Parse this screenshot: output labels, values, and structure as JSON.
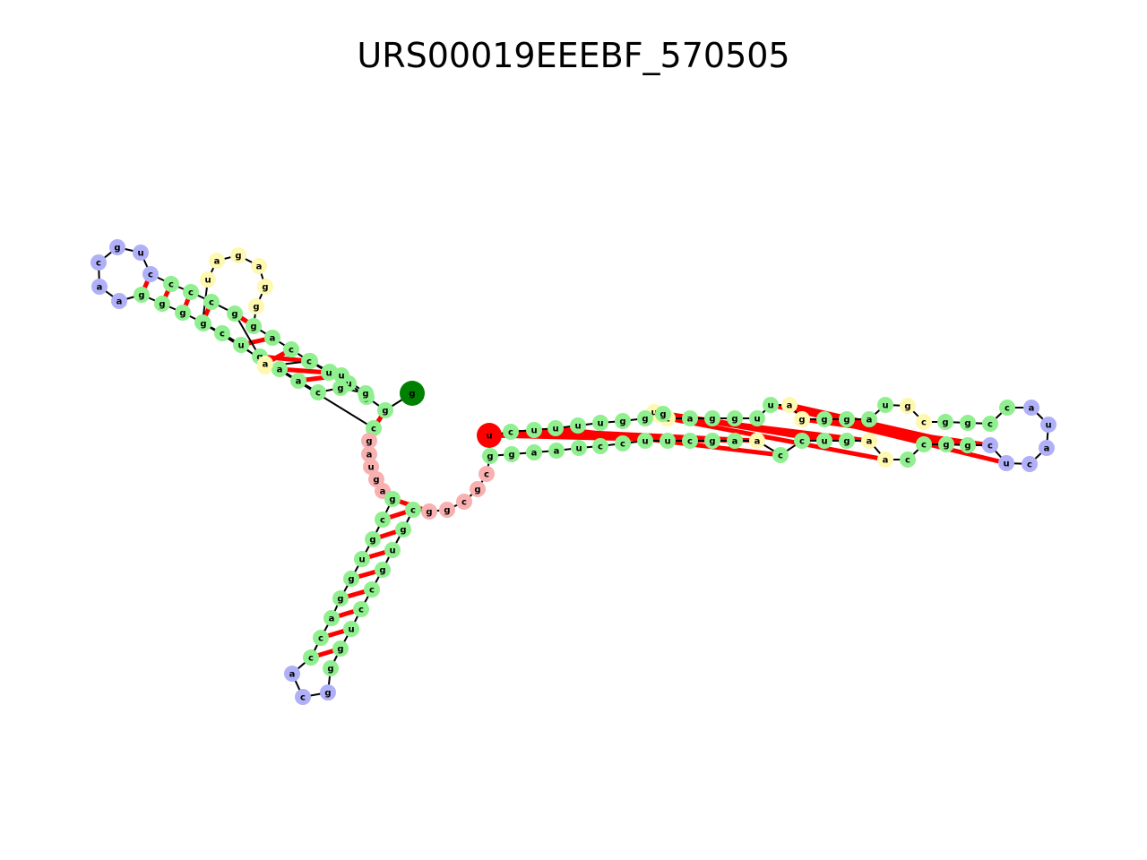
{
  "title": "URS00019EEEBF_570505",
  "colors": {
    "stem": "#90f090",
    "hairpin_loop": "#b0b0f8",
    "interior_loop": "#fff8b0",
    "multiloop": "#f8b0b0",
    "five_prime": "#008000",
    "three_prime": "#ff0000",
    "pair_bond": "#ff0000",
    "backbone": "#000000"
  },
  "nucleotides": [
    {
      "label": "g",
      "type": "five_prime"
    },
    {
      "label": "g",
      "type": "stem"
    },
    {
      "label": "g",
      "type": "stem"
    },
    {
      "label": "u",
      "type": "stem"
    },
    {
      "label": "c",
      "type": "stem"
    },
    {
      "label": "g",
      "type": "stem"
    },
    {
      "label": "g",
      "type": "interior_loop"
    },
    {
      "label": "g",
      "type": "stem"
    },
    {
      "label": "c",
      "type": "stem"
    },
    {
      "label": "c",
      "type": "stem"
    },
    {
      "label": "c",
      "type": "stem"
    },
    {
      "label": "c",
      "type": "hairpin_loop"
    },
    {
      "label": "u",
      "type": "hairpin_loop"
    },
    {
      "label": "g",
      "type": "hairpin_loop"
    },
    {
      "label": "c",
      "type": "hairpin_loop"
    },
    {
      "label": "a",
      "type": "hairpin_loop"
    },
    {
      "label": "a",
      "type": "hairpin_loop"
    },
    {
      "label": "g",
      "type": "stem"
    },
    {
      "label": "g",
      "type": "stem"
    },
    {
      "label": "g",
      "type": "stem"
    },
    {
      "label": "g",
      "type": "stem"
    },
    {
      "label": "u",
      "type": "interior_loop"
    },
    {
      "label": "a",
      "type": "interior_loop"
    },
    {
      "label": "g",
      "type": "interior_loop"
    },
    {
      "label": "a",
      "type": "interior_loop"
    },
    {
      "label": "g",
      "type": "interior_loop"
    },
    {
      "label": "g",
      "type": "interior_loop"
    },
    {
      "label": "g",
      "type": "stem"
    },
    {
      "label": "a",
      "type": "stem"
    },
    {
      "label": "c",
      "type": "stem"
    },
    {
      "label": "c",
      "type": "stem"
    },
    {
      "label": "u",
      "type": "stem"
    },
    {
      "label": "u",
      "type": "stem"
    },
    {
      "label": "g",
      "type": "stem"
    },
    {
      "label": "g",
      "type": "stem"
    },
    {
      "label": "c",
      "type": "stem"
    },
    {
      "label": "a",
      "type": "stem"
    },
    {
      "label": "a",
      "type": "stem"
    },
    {
      "label": "g",
      "type": "stem"
    },
    {
      "label": "a",
      "type": "interior_loop"
    },
    {
      "label": "u",
      "type": "stem"
    },
    {
      "label": "c",
      "type": "stem"
    },
    {
      "label": "g",
      "type": "stem"
    },
    {
      "label": "c",
      "type": "stem"
    },
    {
      "label": "g",
      "type": "multiloop"
    },
    {
      "label": "a",
      "type": "multiloop"
    },
    {
      "label": "u",
      "type": "multiloop"
    },
    {
      "label": "g",
      "type": "multiloop"
    },
    {
      "label": "a",
      "type": "multiloop"
    },
    {
      "label": "g",
      "type": "stem"
    },
    {
      "label": "c",
      "type": "stem"
    },
    {
      "label": "g",
      "type": "stem"
    },
    {
      "label": "u",
      "type": "stem"
    },
    {
      "label": "g",
      "type": "stem"
    },
    {
      "label": "g",
      "type": "stem"
    },
    {
      "label": "a",
      "type": "stem"
    },
    {
      "label": "c",
      "type": "stem"
    },
    {
      "label": "c",
      "type": "stem"
    },
    {
      "label": "a",
      "type": "hairpin_loop"
    },
    {
      "label": "c",
      "type": "hairpin_loop"
    },
    {
      "label": "g",
      "type": "hairpin_loop"
    },
    {
      "label": "g",
      "type": "stem"
    },
    {
      "label": "g",
      "type": "stem"
    },
    {
      "label": "u",
      "type": "stem"
    },
    {
      "label": "c",
      "type": "stem"
    },
    {
      "label": "c",
      "type": "stem"
    },
    {
      "label": "g",
      "type": "stem"
    },
    {
      "label": "u",
      "type": "stem"
    },
    {
      "label": "g",
      "type": "stem"
    },
    {
      "label": "c",
      "type": "stem"
    },
    {
      "label": "g",
      "type": "multiloop"
    },
    {
      "label": "g",
      "type": "multiloop"
    },
    {
      "label": "c",
      "type": "multiloop"
    },
    {
      "label": "g",
      "type": "multiloop"
    },
    {
      "label": "c",
      "type": "multiloop"
    },
    {
      "label": "g",
      "type": "stem"
    },
    {
      "label": "g",
      "type": "stem"
    },
    {
      "label": "a",
      "type": "stem"
    },
    {
      "label": "a",
      "type": "stem"
    },
    {
      "label": "u",
      "type": "stem"
    },
    {
      "label": "c",
      "type": "stem"
    },
    {
      "label": "c",
      "type": "stem"
    },
    {
      "label": "u",
      "type": "stem"
    },
    {
      "label": "u",
      "type": "stem"
    },
    {
      "label": "c",
      "type": "stem"
    },
    {
      "label": "g",
      "type": "stem"
    },
    {
      "label": "a",
      "type": "stem"
    },
    {
      "label": "a",
      "type": "interior_loop"
    },
    {
      "label": "c",
      "type": "stem"
    },
    {
      "label": "c",
      "type": "stem"
    },
    {
      "label": "u",
      "type": "stem"
    },
    {
      "label": "g",
      "type": "stem"
    },
    {
      "label": "a",
      "type": "interior_loop"
    },
    {
      "label": "a",
      "type": "interior_loop"
    },
    {
      "label": "c",
      "type": "stem"
    },
    {
      "label": "c",
      "type": "stem"
    },
    {
      "label": "g",
      "type": "stem"
    },
    {
      "label": "g",
      "type": "stem"
    },
    {
      "label": "c",
      "type": "hairpin_loop"
    },
    {
      "label": "u",
      "type": "hairpin_loop"
    },
    {
      "label": "c",
      "type": "hairpin_loop"
    },
    {
      "label": "a",
      "type": "hairpin_loop"
    },
    {
      "label": "u",
      "type": "hairpin_loop"
    },
    {
      "label": "a",
      "type": "hairpin_loop"
    },
    {
      "label": "c",
      "type": "stem"
    },
    {
      "label": "c",
      "type": "stem"
    },
    {
      "label": "g",
      "type": "stem"
    },
    {
      "label": "g",
      "type": "stem"
    },
    {
      "label": "c",
      "type": "interior_loop"
    },
    {
      "label": "g",
      "type": "interior_loop"
    },
    {
      "label": "u",
      "type": "stem"
    },
    {
      "label": "a",
      "type": "stem"
    },
    {
      "label": "g",
      "type": "stem"
    },
    {
      "label": "g",
      "type": "stem"
    },
    {
      "label": "g",
      "type": "interior_loop"
    },
    {
      "label": "a",
      "type": "interior_loop"
    },
    {
      "label": "u",
      "type": "stem"
    },
    {
      "label": "u",
      "type": "stem"
    },
    {
      "label": "g",
      "type": "stem"
    },
    {
      "label": "g",
      "type": "stem"
    },
    {
      "label": "a",
      "type": "stem"
    },
    {
      "label": "c",
      "type": "interior_loop"
    },
    {
      "label": "g",
      "type": "interior_loop"
    },
    {
      "label": "u",
      "type": "interior_loop"
    },
    {
      "label": "g",
      "type": "stem"
    },
    {
      "label": "g",
      "type": "stem"
    },
    {
      "label": "g",
      "type": "stem"
    },
    {
      "label": "u",
      "type": "stem"
    },
    {
      "label": "u",
      "type": "stem"
    },
    {
      "label": "u",
      "type": "stem"
    },
    {
      "label": "u",
      "type": "stem"
    },
    {
      "label": "c",
      "type": "stem"
    },
    {
      "label": "u",
      "type": "three_prime"
    }
  ]
}
